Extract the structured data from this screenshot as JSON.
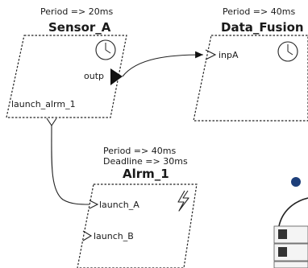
{
  "components": {
    "sensor_a": {
      "title": "Sensor_A",
      "period": "Period => 20ms",
      "ports": {
        "outp": "outp",
        "launch_alrm": "launch_alrm_1"
      }
    },
    "data_fusion": {
      "title": "Data_Fusion",
      "period": "Period => 40ms",
      "ports": {
        "inpA": "inpA"
      }
    },
    "alrm_1": {
      "title": "Alrm_1",
      "period": "Period => 40ms",
      "deadline": "Deadline => 30ms",
      "ports": {
        "launch_a": "launch_A",
        "launch_b": "launch_B"
      }
    }
  },
  "icons": {
    "sensor_a_trigger": "clock-icon",
    "data_fusion_trigger": "clock-icon",
    "alrm_1_trigger": "lightning-icon"
  },
  "connections": [
    {
      "from": "Sensor_A.outp",
      "to": "Data_Fusion.inpA"
    },
    {
      "from": "Sensor_A.launch_alrm_1",
      "to": "Alrm_1.launch_A"
    }
  ]
}
